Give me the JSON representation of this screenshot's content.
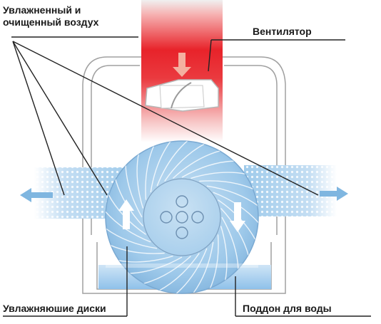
{
  "labels": {
    "humidified_air_line1": "Увлажненный и",
    "humidified_air_line2": "очищенный воздух",
    "fan": "Вентилятор",
    "discs": "Увлажняюшие диски",
    "water_tray": "Поддон для воды"
  },
  "colors": {
    "fan_airflow": "#e8232a",
    "humid_air": "#8cc4ea",
    "water": "#9ccbef",
    "disc": "#7fb8e2",
    "housing": "#a0a0a0",
    "leader_line": "#222222"
  },
  "icons": [
    "down-arrow-icon",
    "up-arrow-icon",
    "left-arrow-icon",
    "right-arrow-icon"
  ]
}
